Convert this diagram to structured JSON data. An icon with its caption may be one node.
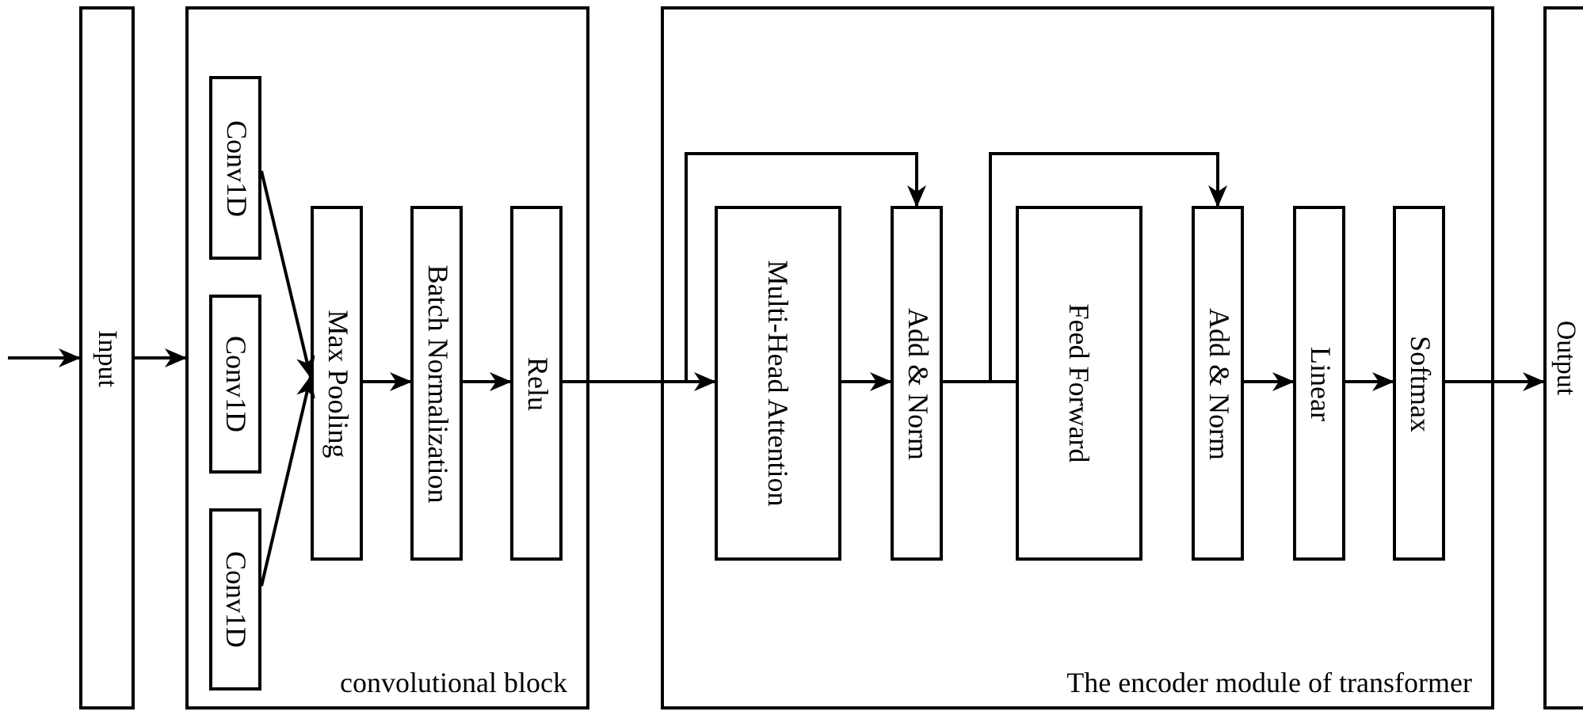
{
  "diagram": {
    "nodes": [
      {
        "text": [
          "Input"
        ]
      },
      {
        "text": [
          "convolutional block"
        ]
      },
      {
        "text": [
          "Conv1D"
        ],
        "in": 1
      },
      {
        "text": [
          "Conv1D"
        ],
        "in": 1
      },
      {
        "text": [
          "Conv1D"
        ],
        "in": 1
      },
      {
        "text": [
          "Max Pooling"
        ],
        "in": 1
      },
      {
        "text": [
          "Batch Normalization"
        ],
        "in": 1
      },
      {
        "text": [
          "Relu"
        ],
        "in": 1
      },
      {
        "text": [
          "The encoder module of transformer"
        ]
      },
      {
        "text": [
          "Multi-Head Attention"
        ],
        "in": 8
      },
      {
        "text": [
          "Add & Norm"
        ],
        "in": 8
      },
      {
        "text": [
          "Feed Forward"
        ],
        "in": 8
      },
      {
        "text": [
          "Add & Norm"
        ],
        "in": 8
      },
      {
        "text": [
          "Linear"
        ],
        "in": 8
      },
      {
        "text": [
          "Softmax"
        ],
        "in": 8
      },
      {
        "text": [
          "Output"
        ]
      }
    ],
    "edges": [
      {
        "from": null,
        "to": 0,
        "arrow": "to"
      },
      {
        "from": 0,
        "to": 1,
        "arrow": "to"
      },
      {
        "from": 2,
        "to": 5,
        "arrow": "to"
      },
      {
        "from": 4,
        "to": 5,
        "arrow": "to"
      },
      {
        "from": 5,
        "to": 6,
        "arrow": "to"
      },
      {
        "from": 6,
        "to": 7,
        "arrow": "to"
      },
      {
        "from": 7,
        "to": 9,
        "arrow": "to"
      },
      {
        "from": 7,
        "to": 10,
        "arrow": "to"
      },
      {
        "from": 9,
        "to": 10,
        "arrow": "to"
      },
      {
        "from": 10,
        "to": 11,
        "arrow": "none"
      },
      {
        "from": 10,
        "to": 12,
        "arrow": "to"
      },
      {
        "from": 12,
        "to": 13,
        "arrow": "to"
      },
      {
        "from": 13,
        "to": 14,
        "arrow": "to"
      },
      {
        "from": 14,
        "to": 15,
        "arrow": "to"
      }
    ]
  }
}
